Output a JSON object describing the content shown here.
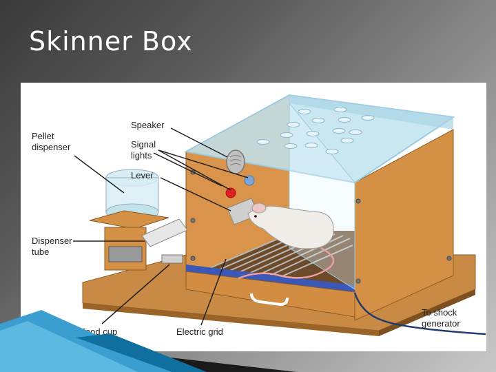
{
  "slide": {
    "title": "Skinner Box"
  },
  "diagram": {
    "labels": {
      "speaker": "Speaker",
      "signal_lights": "Signal\nlights",
      "lever": "Lever",
      "pellet_dispenser": "Pellet\ndispenser",
      "dispenser_tube": "Dispenser\ntube",
      "food_cup": "Food cup",
      "electric_grid": "Electric grid",
      "to_shock_generator": "To shock\ngenerator"
    },
    "colors": {
      "wood": "#d08a3e",
      "wood_dark": "#a7662a",
      "glass": "#bfe3ef",
      "grid_blue": "#3b57b8",
      "signal_light_red": "#e02020",
      "signal_light_blue": "#7aa7d8"
    }
  }
}
